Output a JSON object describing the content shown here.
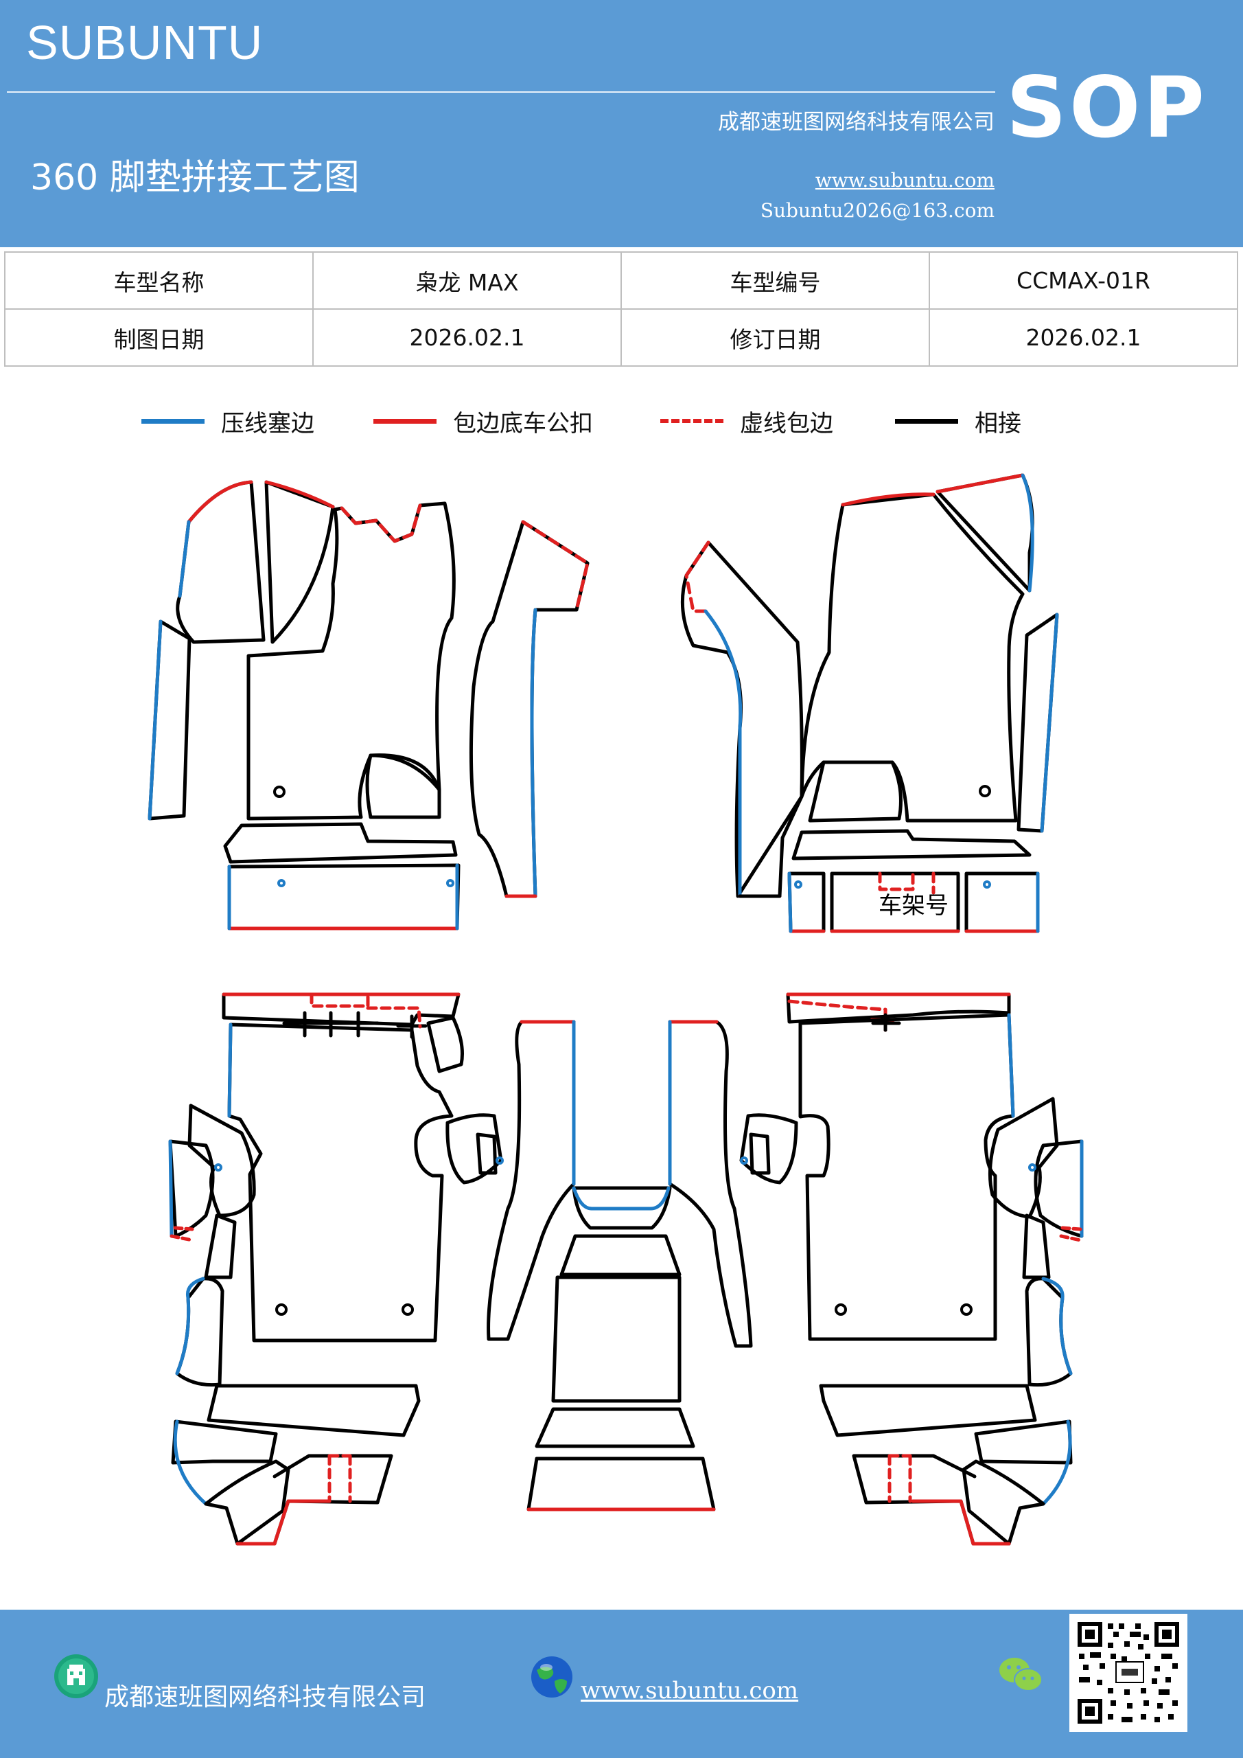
{
  "header": {
    "brand": "SUBUNTU",
    "company": "成都速班图网络科技有限公司",
    "sop": "SOP",
    "title": "360 脚垫拼接工艺图",
    "website": "www.subuntu.com",
    "email": "Subuntu2026@163.com"
  },
  "info_table": {
    "rows": [
      [
        "车型名称",
        "枭龙 MAX",
        "车型编号",
        "CCMAX-01R"
      ],
      [
        "制图日期",
        "2026.02.1",
        "修订日期",
        "2026.02.1"
      ]
    ]
  },
  "legend": [
    {
      "label": "压线塞边",
      "color": "#1f7cc6",
      "style": "solid"
    },
    {
      "label": "包边底车公扣",
      "color": "#e02020",
      "style": "solid"
    },
    {
      "label": "虚线包边",
      "color": "#e02020",
      "style": "dashed"
    },
    {
      "label": "相接",
      "color": "#000000",
      "style": "solid"
    }
  ],
  "diagram": {
    "frame_label": "车架号"
  },
  "footer": {
    "company": "成都速班图网络科技有限公司",
    "website": "www.subuntu.com",
    "icons": [
      "building-icon",
      "globe-icon",
      "wechat-icon",
      "qr-code"
    ]
  }
}
